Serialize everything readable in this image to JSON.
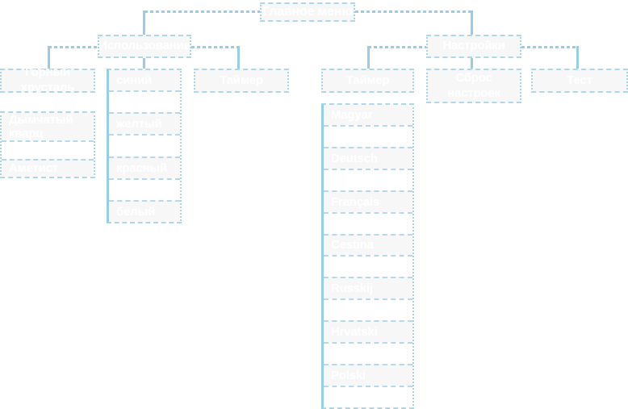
{
  "diagram": {
    "root": {
      "label": "Главное меню"
    },
    "nodes": {
      "usage": {
        "label": "Использование"
      },
      "settings": {
        "label": "Настройки"
      },
      "rock_crystal": {
        "label": "Горный хрусталь"
      },
      "timer_usage": {
        "label": "Таймер"
      },
      "timer_settings": {
        "label": "Таймер"
      },
      "reset": {
        "label": "Сброс настроек"
      },
      "test": {
        "label": "Тест"
      }
    },
    "lists": {
      "crystals": {
        "rows": [
          "Дымчатый кварц",
          "",
          "Аметист"
        ]
      },
      "colors": {
        "rows": [
          "синий",
          "",
          "желтый",
          "",
          "красный",
          "",
          "белый"
        ]
      },
      "languages": {
        "rows": [
          "Magyar",
          "",
          "Deutsch",
          "",
          "Français",
          "",
          "Cestina",
          "",
          "Russkij",
          "",
          "Hrvatski",
          "",
          "Polski",
          ""
        ]
      }
    }
  },
  "palette": {
    "connector_line": "#97cde5",
    "box_border": "#a9d4e8",
    "box_background": "#f7f7f8",
    "label_text": "#ffffff",
    "page_background": "#ffffff"
  }
}
